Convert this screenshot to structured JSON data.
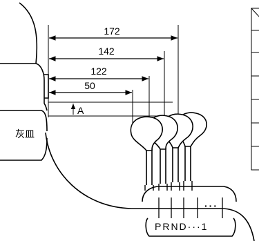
{
  "dimensions": [
    {
      "label": "172"
    },
    {
      "label": "142"
    },
    {
      "label": "122"
    },
    {
      "label": "50"
    }
  ],
  "height_label": "A",
  "ashtray_label": "灰皿",
  "gear_positions": "PRND···1",
  "gear_dots": "···"
}
